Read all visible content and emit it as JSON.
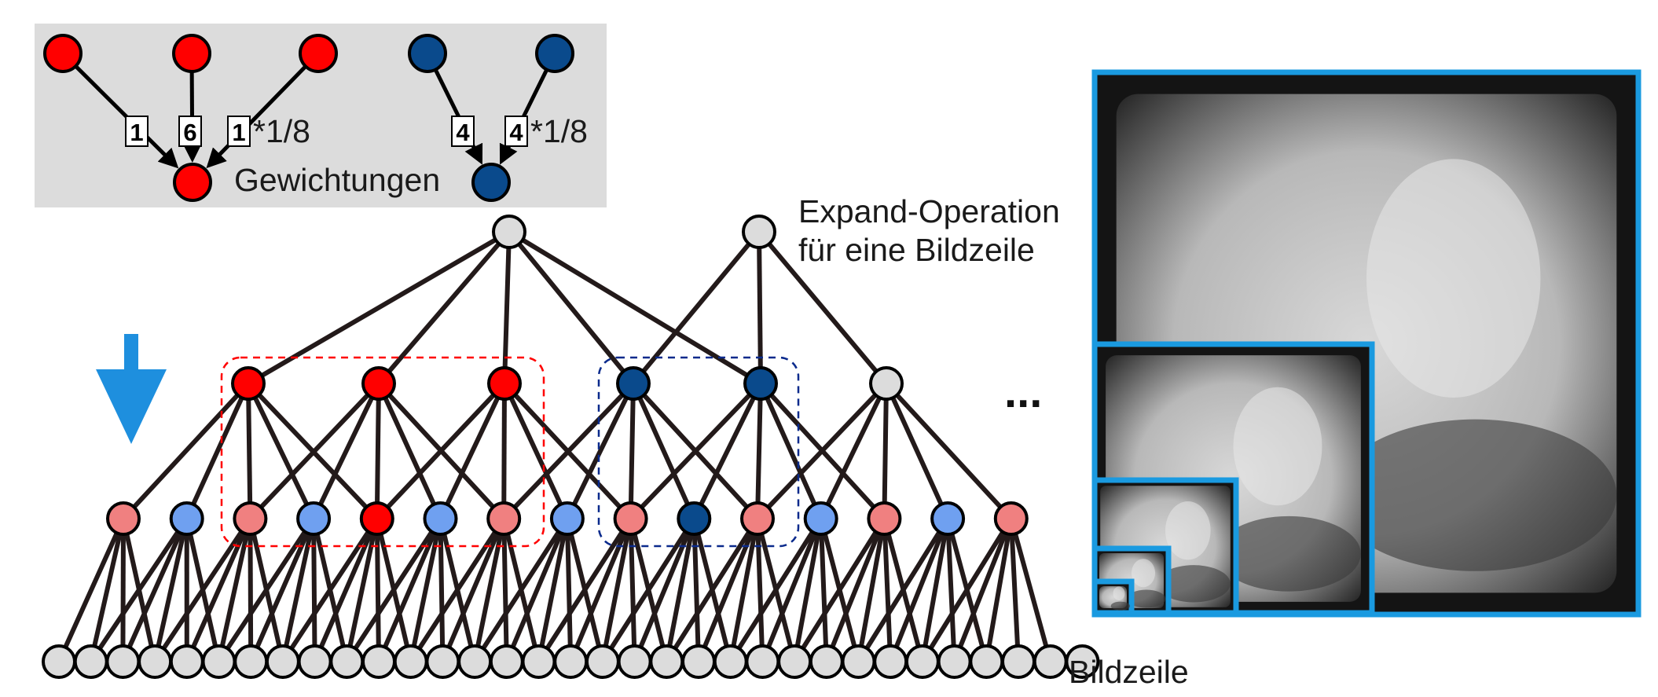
{
  "legend": {
    "title": "Gewichtungen",
    "red_weights": [
      "1",
      "6",
      "1"
    ],
    "red_factor": "*1/8",
    "blue_weights": [
      "4",
      "4"
    ],
    "blue_factor": "*1/8"
  },
  "labels": {
    "expand_line1": "Expand-Operation",
    "expand_line2": "für eine Bildzeile",
    "bildzeile": "Bildzeile",
    "ellipsis": "..."
  },
  "colors": {
    "red": "#ff0000",
    "red_light": "#f08080",
    "blue_dark": "#0a4a8c",
    "blue_light": "#6fa0f0",
    "gray": "#dcdcdc",
    "edge": "#231a1a",
    "arrow": "#1e8fde",
    "panel_bg": "#dcdcdc",
    "frame": "#1a9ae0"
  },
  "pyramid_levels": 5
}
